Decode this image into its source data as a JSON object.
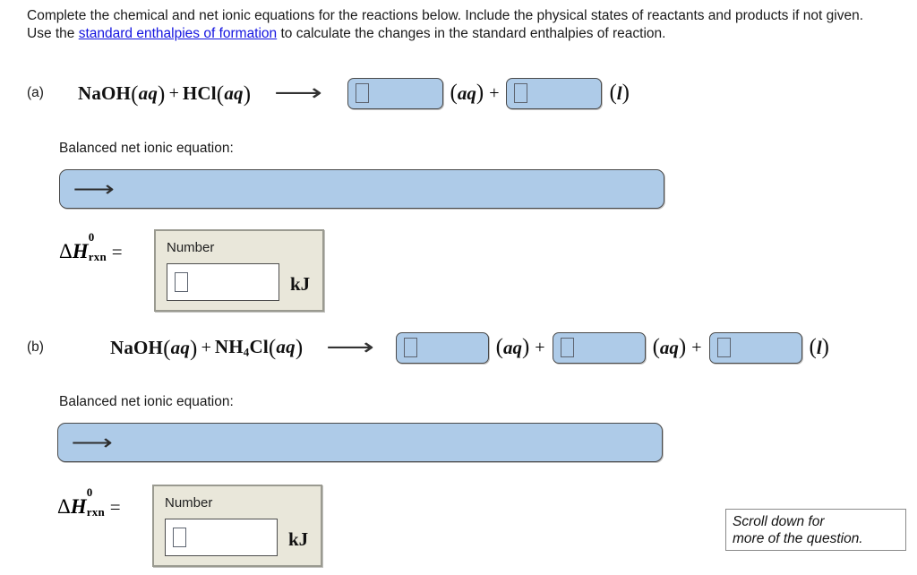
{
  "prompt": {
    "before_link": "Complete the chemical and net ionic equations for the reactions below. Include the physical states of reactants and products if not given. Use the ",
    "link_text": "standard enthalpies of formation",
    "after_link": " to calculate the changes in the standard enthalpies of reaction.",
    "link_color": "#1414e0"
  },
  "theme": {
    "answer_field_fill": "#aecbe8",
    "answer_field_border": "#4a4a4a",
    "number_panel_fill": "#e9e7da",
    "number_panel_border": "#9a9a90",
    "page_background": "#ffffff",
    "arrow_color": "#333333"
  },
  "parts": [
    {
      "id": "a",
      "label": "(a)",
      "reactants": [
        {
          "formula": "NaOH",
          "state": "aq"
        },
        {
          "formula": "HCl",
          "state": "aq"
        }
      ],
      "arrow": "⟶",
      "products": [
        {
          "value": "",
          "placeholder": "▯",
          "state": "aq"
        },
        {
          "value": "",
          "placeholder": "▯",
          "state": "l"
        }
      ],
      "net_ionic": {
        "caption": "Balanced net ionic equation:",
        "value": "",
        "arrow_hint": "⟶"
      },
      "enthalpy": {
        "symbol_delta": "Δ",
        "symbol_H": "H",
        "superscript": "0",
        "subscript": "rxn",
        "equals": "=",
        "panel_label": "Number",
        "value": "",
        "placeholder": "▯",
        "unit": "kJ"
      }
    },
    {
      "id": "b",
      "label": "(b)",
      "reactants": [
        {
          "formula": "NaOH",
          "state": "aq"
        },
        {
          "formula": "NH4Cl",
          "state": "aq"
        }
      ],
      "arrow": "⟶",
      "products": [
        {
          "value": "",
          "placeholder": "▯",
          "state": "aq"
        },
        {
          "value": "",
          "placeholder": "▯",
          "state": "aq"
        },
        {
          "value": "",
          "placeholder": "▯",
          "state": "l"
        }
      ],
      "net_ionic": {
        "caption": "Balanced net ionic equation:",
        "value": "",
        "arrow_hint": "⟶"
      },
      "enthalpy": {
        "symbol_delta": "Δ",
        "symbol_H": "H",
        "superscript": "0",
        "subscript": "rxn",
        "equals": "=",
        "panel_label": "Number",
        "value": "",
        "placeholder": "▯",
        "unit": "kJ"
      }
    }
  ],
  "scroll_hint": {
    "line1": "Scroll down for",
    "line2": "more of the question."
  },
  "symbols": {
    "plus": "+",
    "open_paren": "(",
    "close_paren": ")"
  }
}
